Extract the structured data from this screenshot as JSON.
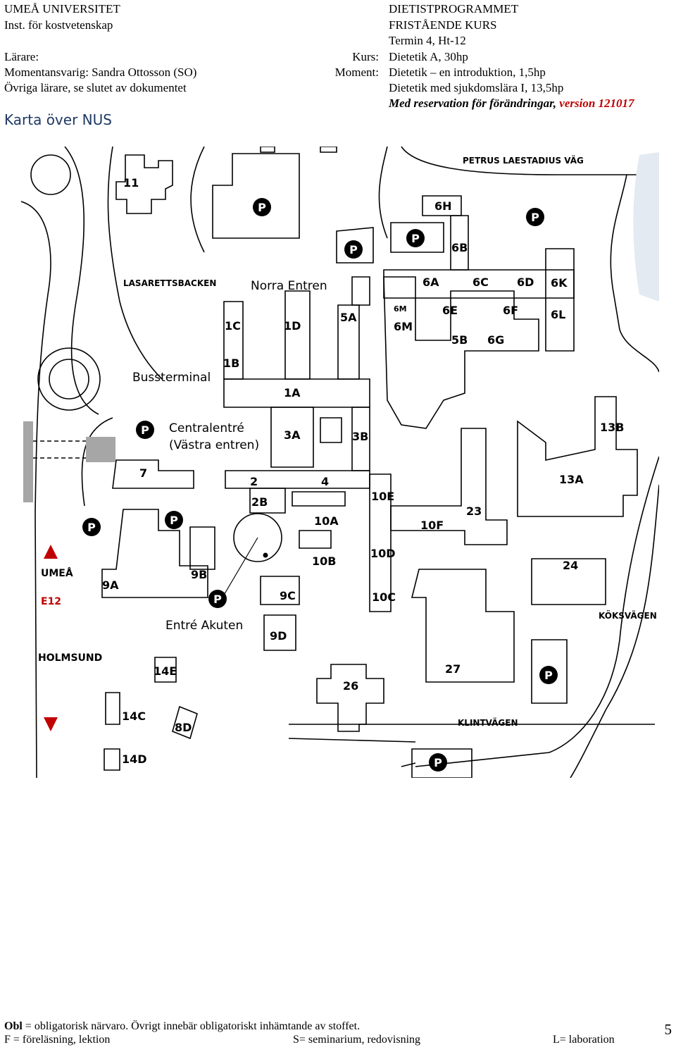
{
  "header": {
    "left": {
      "university": "UMEÅ UNIVERSITET",
      "institution": "Inst. för kostvetenskap",
      "teachers_label": "Lärare:",
      "responsible": "Momentansvarig: Sandra Ottosson (SO)",
      "other_teachers": "Övriga lärare, se slutet av dokumentet"
    },
    "right": {
      "program": "DIETISTPROGRAMMET",
      "course_type": "FRISTÅENDE KURS",
      "term": "Termin 4, Ht-12",
      "course_label": "Kurs:",
      "course": "Dietetik A, 30hp",
      "moment_label": "Moment:",
      "moment1": "Dietetik – en introduktion, 1,5hp",
      "moment2": "Dietetik med sjukdomslära I, 13,5hp",
      "reservation": "Med reservation för förändringar,",
      "version": "version 121017"
    }
  },
  "map_title": "Karta över NUS",
  "map": {
    "roads": {
      "petrus": "PETRUS LAESTADIUS VÄG",
      "lasarett": "LASARETTSBACKEN",
      "klint": "KLINTVÄGEN",
      "koks": "KÖKSVÄGEN",
      "e12_umea": "UMEÅ",
      "e12": "E12",
      "holmsund": "HOLMSUND"
    },
    "places": {
      "norra_entren": "Norra Entren",
      "busstermin": "Bussterminal",
      "centralentre": "Centralentré",
      "vastra": "(Västra entren)",
      "akuten": "Entré Akuten"
    },
    "buildings": {
      "b11": "11",
      "b6H": "6H",
      "b6B": "6B",
      "b6A": "6A",
      "b6C": "6C",
      "b6D": "6D",
      "b6K": "6K",
      "b6L": "6L",
      "b6M_small": "6M",
      "b6M": "6M",
      "b6E": "6E",
      "b6F": "6F",
      "b5B": "5B",
      "b6G": "6G",
      "b1C": "1C",
      "b1D": "1D",
      "b5A": "5A",
      "b1B": "1B",
      "b1A": "1A",
      "b3A": "3A",
      "b3B": "3B",
      "b13B": "13B",
      "b13A": "13A",
      "b7": "7",
      "b2": "2",
      "b4": "4",
      "b2B": "2B",
      "b10E": "10E",
      "b23": "23",
      "b10A": "10A",
      "b10F": "10F",
      "b9A": "9A",
      "b9B": "9B",
      "b10D": "10D",
      "b10B": "10B",
      "b24": "24",
      "b9C": "9C",
      "b10C": "10C",
      "b9D": "9D",
      "b14E": "14E",
      "b26": "26",
      "b27": "27",
      "b14C": "14C",
      "b8D": "8D",
      "b14D": "14D"
    },
    "parking_symbol": "P"
  },
  "footer": {
    "obl_label": "Obl",
    "obl_text": "= obligatorisk närvaro. Övrigt innebär obligatoriskt inhämtande av stoffet.",
    "f_text": "F = föreläsning, lektion",
    "s_text": "S= seminarium, redovisning",
    "l_text": "L= laboration",
    "page_number": "5"
  }
}
